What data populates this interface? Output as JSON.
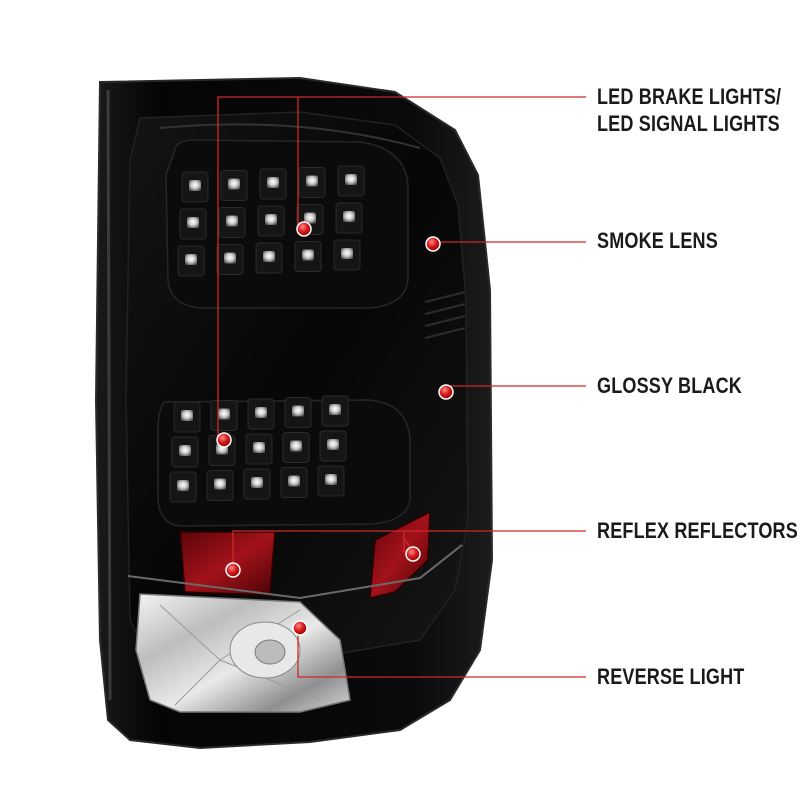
{
  "product": {
    "subject": "taillight",
    "lens_tint": "smoke",
    "housing_color": "#050505",
    "reflector_color": "#8a0d12",
    "reverse_lens_color": "#d8d8d8"
  },
  "callouts": [
    {
      "id": "brake",
      "lines": [
        "LED BRAKE LIGHTS/",
        "LED SIGNAL LIGHTS"
      ]
    },
    {
      "id": "smoke",
      "lines": [
        "SMOKE LENS"
      ]
    },
    {
      "id": "glossy",
      "lines": [
        "GLOSSY BLACK"
      ]
    },
    {
      "id": "reflex",
      "lines": [
        "REFLEX REFLECTORS"
      ]
    },
    {
      "id": "reverse",
      "lines": [
        "REVERSE LIGHT"
      ]
    }
  ],
  "colors": {
    "leader_line": "#cc2a2a",
    "marker_dot": "#d41a1a",
    "label_text": "#1a1a1a"
  },
  "icons": {
    "marker": "red-dot-icon"
  }
}
